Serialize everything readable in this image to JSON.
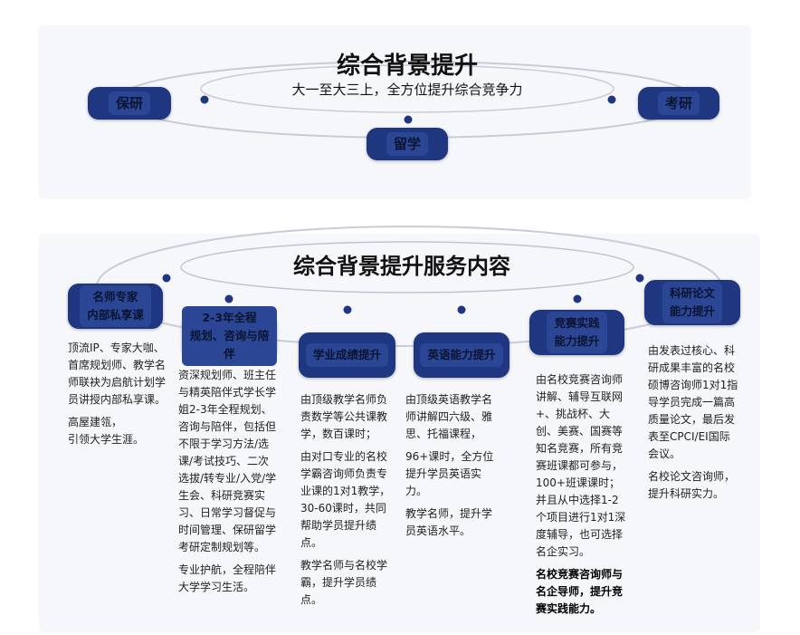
{
  "top": {
    "title": "综合背景提升",
    "subtitle": "大一至大三上，全方位提升综合竞争力",
    "nodes": [
      "保研",
      "留学",
      "考研"
    ]
  },
  "services": {
    "title": "综合背景提升服务内容",
    "items": [
      {
        "label": "名师专家\n内部私享课",
        "paragraphs": [
          "顶流IP、专家大咖、首席规划师、教学名师联袂为启航计划学员讲授内部私享课。",
          "高屋建瓴，\n引领大学生涯。"
        ]
      },
      {
        "label": "2-3年全程\n规划、咨询与陪伴",
        "paragraphs": [
          "资深规划师、班主任与精英陪伴式学长学姐2-3年全程规划、咨询与陪伴，包括但不限于学习方法/选课/考试技巧、二次选拔/转专业/入党/学生会、科研竞赛实习、日常学习督促与时间管理、保研留学考研定制规划等。",
          "专业护航，全程陪伴大学学习生活。"
        ]
      },
      {
        "label": "学业成绩提升",
        "paragraphs": [
          "由顶级教学名师负责数学等公共课教学，数百课时；",
          "由对口专业的名校学霸咨询师负责专业课的1对1教学，30-60课时，共同帮助学员提升绩点。",
          "教学名师与名校学霸，提升学员绩点。"
        ]
      },
      {
        "label": "英语能力提升",
        "paragraphs": [
          "由顶级英语教学名师讲解四六级、雅思、托福课程，",
          "96+课时，全方位提升学员英语实力。",
          "教学名师，提升学员英语水平。"
        ]
      },
      {
        "label": "竞赛实践\n能力提升",
        "paragraphs": [
          "由名校竞赛咨询师讲解、辅导互联网+、挑战杯、大创、美赛、国赛等知名竞赛，所有竞赛班课都可参与，100+班课课时；并且从中选择1-2个项目进行1对1深度辅导，也可选择名企实习。",
          "名校竞赛咨询师与名企导师，提升竞赛实践能力。"
        ]
      },
      {
        "label": "科研论文\n能力提升",
        "paragraphs": [
          "由发表过核心、科研成果丰富的名校硕博咨询师1对1指导学员完成一篇高质量论文，最后发表至CPCI/EI国际会议。",
          "名校论文咨询师，提升科研实力。"
        ]
      }
    ]
  },
  "colors": {
    "box": "#1f3680",
    "dot": "#1f3680",
    "panel": "#f6f7fa"
  }
}
